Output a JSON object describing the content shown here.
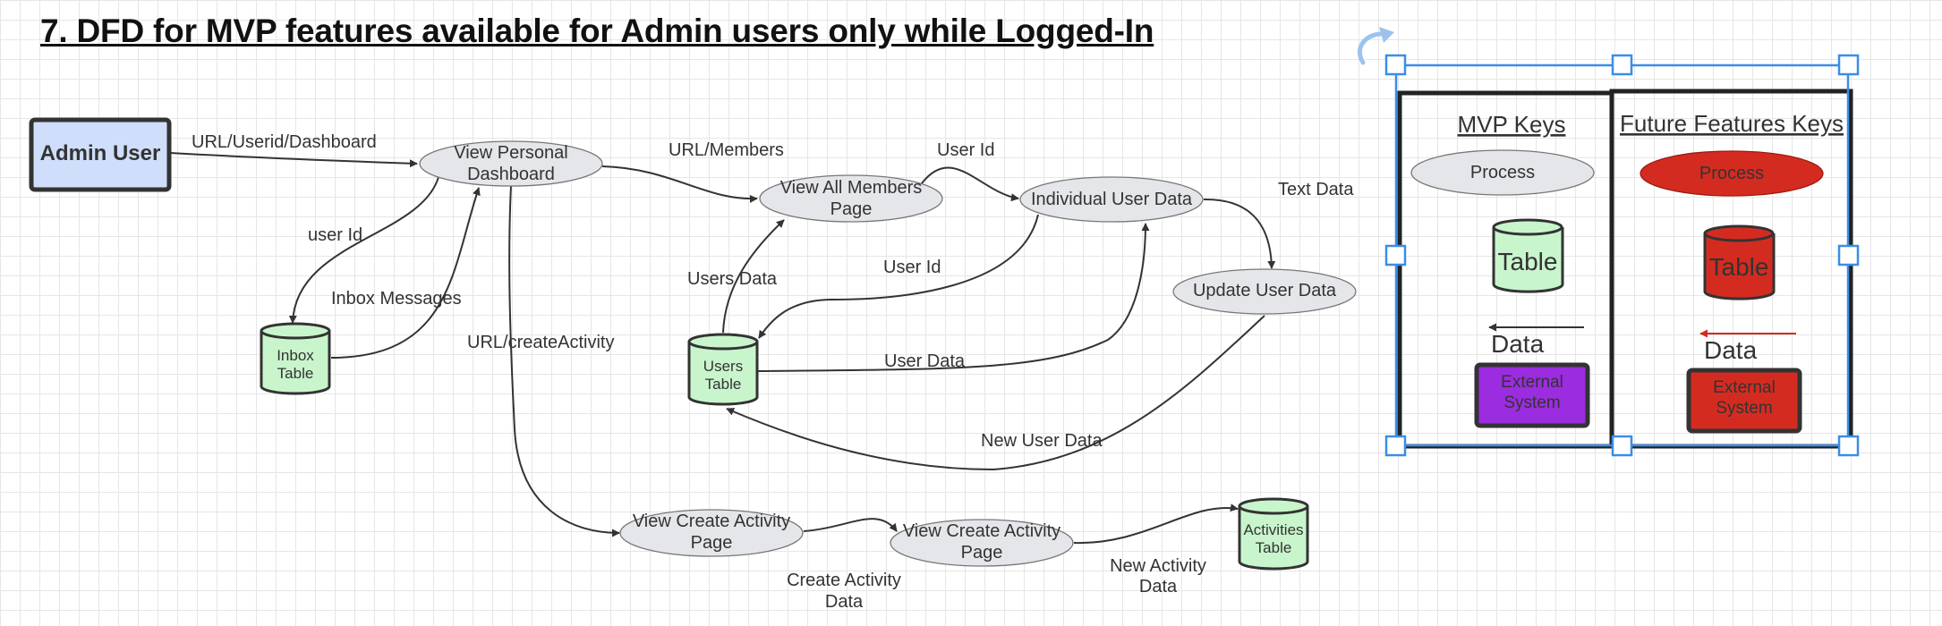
{
  "title": "7. DFD for MVP features available for Admin users only while Logged-In",
  "entities": {
    "admin_user": "Admin User"
  },
  "processes": {
    "view_personal_dashboard": [
      "View Personal",
      "Dashboard"
    ],
    "view_all_members": [
      "View All Members",
      "Page"
    ],
    "individual_user_data": [
      "Individual User Data"
    ],
    "update_user_data": [
      "Update User Data"
    ],
    "view_create_activity_1": [
      "View Create Activity",
      "Page"
    ],
    "view_create_activity_2": [
      "View Create Activity",
      "Page"
    ]
  },
  "stores": {
    "inbox_table": [
      "Inbox",
      "Table"
    ],
    "users_table": [
      "Users",
      "Table"
    ],
    "activities_table": [
      "Activities",
      "Table"
    ]
  },
  "flows": {
    "url_userid_dashboard": [
      "URL/Userid/Dashboard"
    ],
    "url_members": [
      "URL/Members"
    ],
    "user_id_top": [
      "User Id"
    ],
    "text_data": [
      "Text Data"
    ],
    "user_id_left": [
      "user Id"
    ],
    "inbox_messages": [
      "Inbox Messages"
    ],
    "url_create_activity": [
      "URL/createActivity"
    ],
    "users_data": [
      "Users Data"
    ],
    "user_id_mid": [
      "User Id"
    ],
    "user_data": [
      "User Data"
    ],
    "new_user_data": [
      "New User Data"
    ],
    "create_activity_data": [
      "Create Activity",
      "Data"
    ],
    "new_activity_data": [
      "New Activity",
      "Data"
    ]
  },
  "keys": {
    "mvp": {
      "heading": "MVP Keys",
      "process": "Process",
      "table": "Table",
      "data": "Data",
      "external": [
        "External",
        "System"
      ]
    },
    "future": {
      "heading": "Future Features Keys",
      "process": "Process",
      "table": "Table",
      "data": "Data",
      "external": [
        "External",
        "System"
      ]
    }
  },
  "colors": {
    "process_fill": "#e5e6ea",
    "table_fill": "#c9f5cc",
    "entity_fill": "#cfdefa",
    "external_mvp": "#9b2ce0",
    "future_red": "#d42b20",
    "selection_blue": "#3a8ee6"
  }
}
